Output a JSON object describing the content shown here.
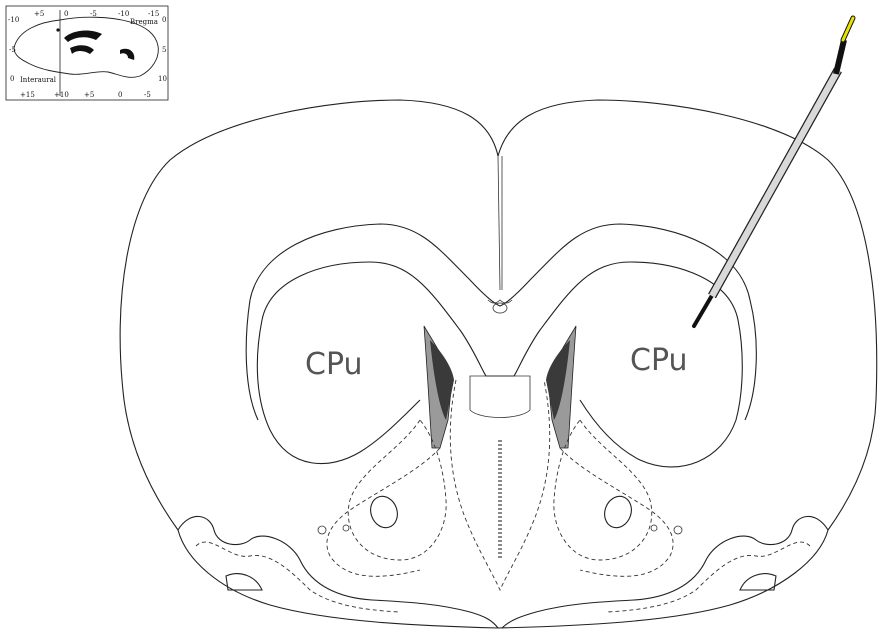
{
  "labels": {
    "left_region": "CPu",
    "right_region": "CPu"
  },
  "inset": {
    "top_ticks": [
      "+5",
      "0",
      "-5",
      "-10",
      "-15"
    ],
    "bottom_ticks": [
      "+15",
      "+10",
      "+5",
      "0",
      "-5"
    ],
    "left_ticks": [
      "-10",
      "-5",
      "0"
    ],
    "right_ticks": [
      "0",
      "5",
      "10"
    ],
    "bregma_label": "Bregma",
    "interaural_label": "Interaural"
  },
  "colors": {
    "ventricle_dark": "#3a3a3a",
    "ventricle_light": "#9a9a9a",
    "electrode_body": "#d9d9d9",
    "electrode_tip": "#e8e000"
  }
}
